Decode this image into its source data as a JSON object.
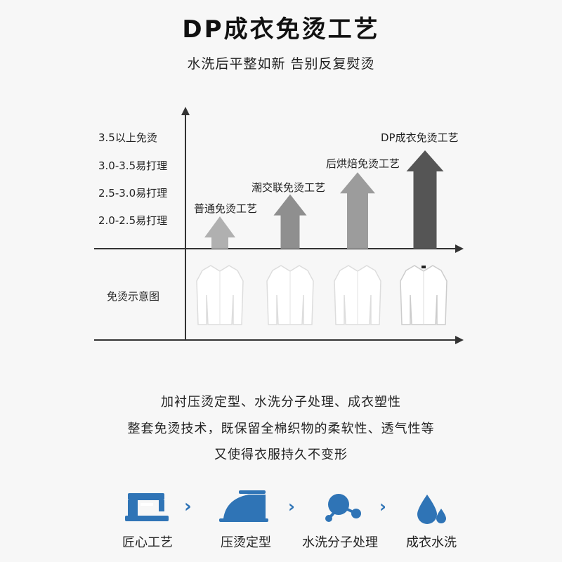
{
  "title": "DP成衣免烫工艺",
  "subtitle": "水洗后平整如新 告别反复熨烫",
  "chart_data": {
    "type": "bar",
    "categories": [
      "普通免烫工艺",
      "潮交联免烫工艺",
      "后烘焙免烫工艺",
      "DP成衣免烫工艺"
    ],
    "values": [
      2.0,
      2.5,
      3.0,
      3.5
    ],
    "y_tick_labels": [
      "2.0-2.5易打理",
      "2.5-3.0易打理",
      "3.0-3.5易打理",
      "3.5以上免烫"
    ],
    "bar_colors": [
      "#b0b0b0",
      "#8f8f8f",
      "#9c9c9c",
      "#555555"
    ],
    "row_label": "免烫示意图",
    "grid": false
  },
  "description": [
    "加衬压烫定型、水洗分子处理、成衣塑性",
    "整套免烫技术，既保留全棉织物的柔软性、透气性等",
    "又使得衣服持久不变形"
  ],
  "steps": [
    {
      "label": "匠心工艺",
      "icon": "sewing-machine-icon"
    },
    {
      "label": "压烫定型",
      "icon": "iron-icon"
    },
    {
      "label": "水洗分子处理",
      "icon": "molecule-icon"
    },
    {
      "label": "成衣水洗",
      "icon": "water-drops-icon"
    }
  ],
  "colors": {
    "accent": "#2f74b6",
    "axis": "#333333"
  }
}
